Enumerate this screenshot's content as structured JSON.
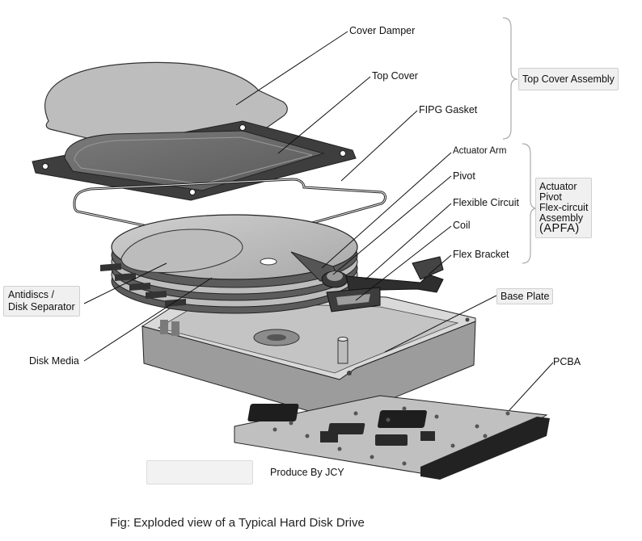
{
  "labels": {
    "cover_damper": "Cover Damper",
    "top_cover": "Top Cover",
    "fipg_gasket": "FIPG Gasket",
    "actuator_arm": "Actuator Arm",
    "pivot": "Pivot",
    "flexible_circuit": "Flexible Circuit",
    "coil": "Coil",
    "flex_bracket": "Flex Bracket",
    "base_plate": "Base Plate",
    "pcba": "PCBA",
    "disk_media": "Disk Media",
    "antidiscs_line1": "Antidiscs /",
    "antidiscs_line2": "Disk Separator"
  },
  "groups": {
    "top_cover_assembly": "Top Cover Assembly",
    "apfa_lines": [
      "Actuator",
      "Pivot",
      "Flex-circuit",
      "Assembly",
      "(APFA)"
    ]
  },
  "credit": "Produce By JCY",
  "caption": "Fig: Exploded view of a Typical Hard Disk Drive"
}
